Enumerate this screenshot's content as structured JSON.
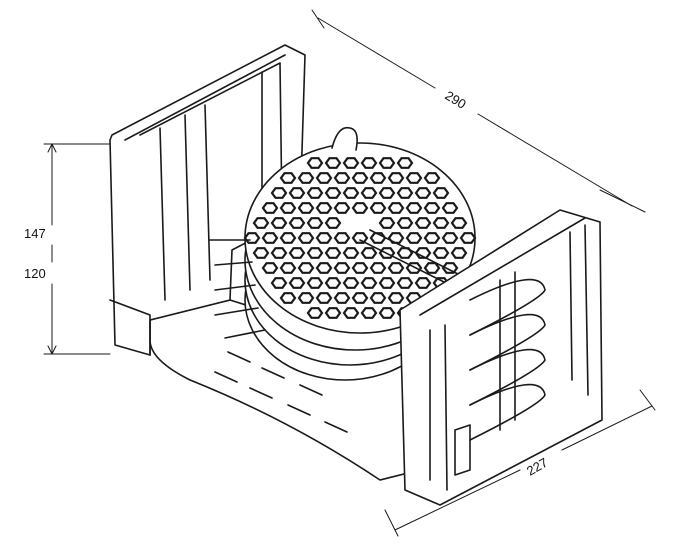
{
  "diagram": {
    "dimensions": {
      "length": "290",
      "height_total": "147",
      "height_inner": "120",
      "width": "227"
    }
  }
}
